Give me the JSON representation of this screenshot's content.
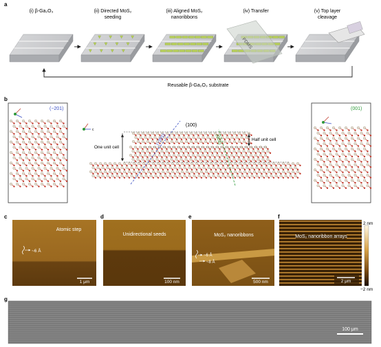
{
  "panel_letters": {
    "a": "a",
    "b": "b",
    "c": "c",
    "d": "d",
    "e": "e",
    "f": "f",
    "g": "g"
  },
  "process": {
    "steps": [
      {
        "num": "(i)",
        "line1": "β-Ga₂O₃",
        "line2": ""
      },
      {
        "num": "(ii)",
        "line1": "Directed MoS₂",
        "line2": "seeding"
      },
      {
        "num": "(iii)",
        "line1": "Aligned MoS₂",
        "line2": "nanoribbons"
      },
      {
        "num": "(iv)",
        "line1": "Transfer",
        "line2": ""
      },
      {
        "num": "(v)",
        "line1": "Top layer",
        "line2": "cleavage"
      }
    ],
    "pdms_label": "PDMS",
    "reuse_label": "Reusable β-Ga₂O₃ substrate"
  },
  "crystal": {
    "left_plane": "(−201)",
    "right_plane": "(001)",
    "center_plane": "(100)",
    "diag_blue": "(−201)",
    "diag_green": "(001)",
    "one_unit_cell": "One unit cell",
    "half_unit_cell": "Half unit cell",
    "axis_a": "a",
    "axis_c": "c",
    "axis_b": "b"
  },
  "afm": {
    "c": {
      "title": "Atomic step",
      "annot": "~6 Å",
      "scale": "1 μm"
    },
    "d": {
      "title": "Unidirectional seeds",
      "scale": "100 nm"
    },
    "e": {
      "title": "MoS₂ nanoribbons",
      "annot1": "~6 Å",
      "annot2": "~8 Å",
      "scale": "500 nm"
    },
    "f": {
      "title": "MoS₂ nanoribbon arrays",
      "scale": "2 μm"
    },
    "colorbar": {
      "max": "2 nm",
      "min": "−2 nm"
    }
  },
  "sem": {
    "scale": "100 μm"
  },
  "colors": {
    "afm_dark": "#3a2206",
    "afm_mid": "#9c6a1e",
    "afm_light": "#d8a44a",
    "blue": "#3a4fc4",
    "green": "#2f9a3a",
    "atom_red": "#c0392b"
  }
}
